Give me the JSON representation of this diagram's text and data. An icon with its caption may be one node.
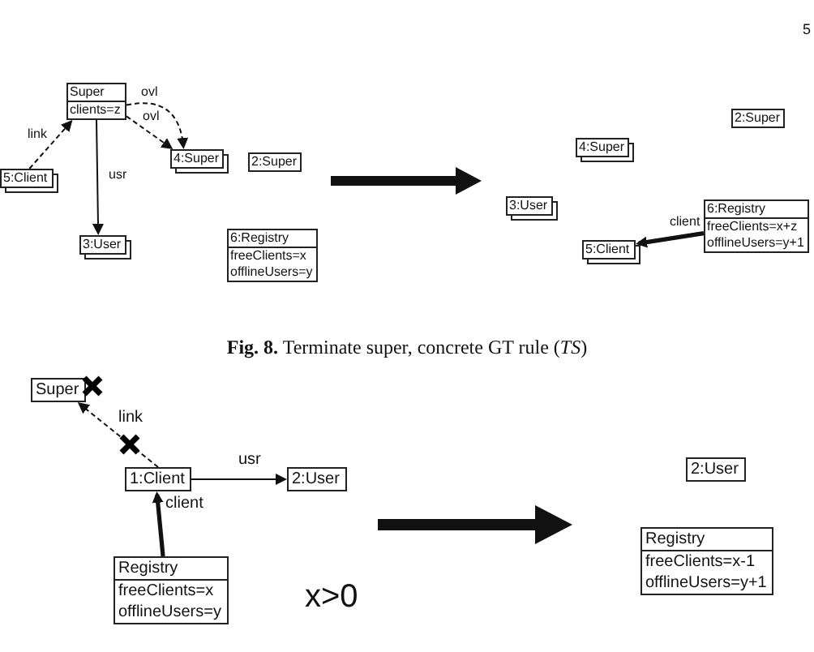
{
  "diagram": {
    "caption": "**Fig. 8.** Terminate super, concrete GT rule (*TS*)",
    "nodes": [
      {
        "text": [],
        "shape": "graph"
      },
      {
        "text": [
          "Super",
          "clients=z"
        ],
        "in": 0
      },
      {
        "text": [
          "5:Client"
        ],
        "in": 0
      },
      {
        "text": [
          "4:Super"
        ],
        "in": 0
      },
      {
        "text": [
          "2:Super"
        ],
        "in": 0
      },
      {
        "text": [
          "3:User"
        ],
        "in": 0
      },
      {
        "text": [
          "6:Registry",
          "freeClients=x",
          "offlineUsers=y"
        ],
        "in": 0
      },
      {
        "text": [],
        "shape": "graph"
      },
      {
        "text": [
          "2:Super"
        ],
        "in": 7
      },
      {
        "text": [
          "4:Super"
        ],
        "in": 7
      },
      {
        "text": [
          "3:User"
        ],
        "in": 7
      },
      {
        "text": [
          "6:Registry",
          "freeClients=x+z",
          "offlineUsers=y+1"
        ],
        "in": 7
      },
      {
        "text": [
          "5:Client"
        ],
        "in": 7
      },
      {
        "text": [],
        "shape": "graph"
      },
      {
        "text": [
          "Super"
        ],
        "in": 13
      },
      {
        "text": [
          "1:Client"
        ],
        "in": 13
      },
      {
        "text": [
          "2:User"
        ],
        "in": 13
      },
      {
        "text": [
          "Registry",
          "freeClients=x",
          "offlineUsers=y"
        ],
        "in": 13
      },
      {
        "text": [],
        "shape": "graph"
      },
      {
        "text": [
          "2:User"
        ],
        "in": 18
      },
      {
        "text": [
          "Registry",
          "freeClients=x-1",
          "offlineUsers=y+1"
        ],
        "in": 18
      }
    ],
    "edges": [
      {
        "from": 2,
        "to": 1,
        "arrow": "to",
        "label": "link",
        "style": "dashed"
      },
      {
        "from": 1,
        "to": 3,
        "arrow": "to",
        "label": "ovl",
        "style": "dashed"
      },
      {
        "from": 1,
        "to": 3,
        "arrow": "to",
        "label": "ovl",
        "style": "dashed"
      },
      {
        "from": 1,
        "to": 5,
        "arrow": "to",
        "label": "usr"
      },
      {
        "from": 11,
        "to": 12,
        "arrow": "to",
        "label": "client",
        "style": "thick"
      },
      {
        "from": 0,
        "to": 7,
        "arrow": "to",
        "style": "thick"
      },
      {
        "from": 15,
        "to": 14,
        "arrow": "to",
        "label": "link",
        "style": "dashed"
      },
      {
        "from": 15,
        "to": 16,
        "arrow": "to",
        "label": "usr"
      },
      {
        "from": 17,
        "to": 15,
        "arrow": "to",
        "label": "client",
        "style": "thick"
      },
      {
        "from": 13,
        "to": 18,
        "arrow": "to",
        "style": "thick"
      }
    ],
    "labels": [
      "5",
      "x>0"
    ]
  }
}
